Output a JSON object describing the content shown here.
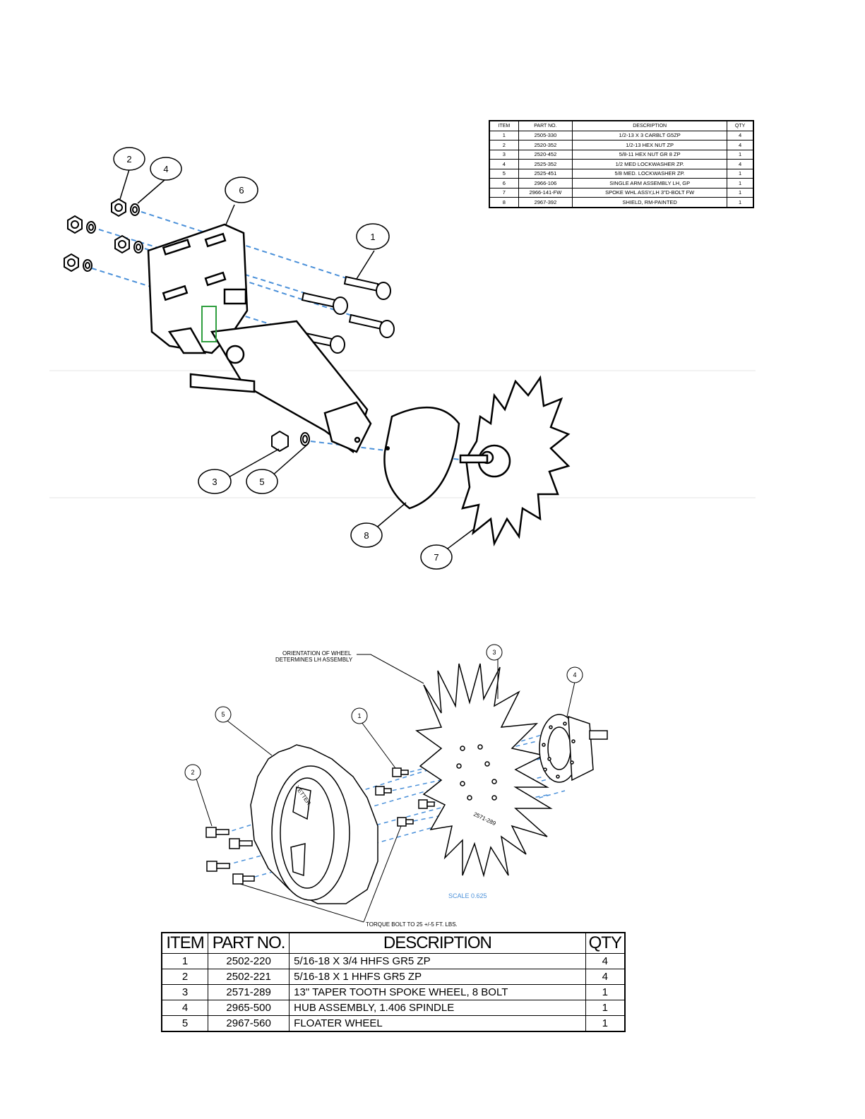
{
  "top_table": {
    "headers": [
      "ITEM",
      "PART NO.",
      "DESCRIPTION",
      "QTY"
    ],
    "rows": [
      {
        "item": "1",
        "part": "2505-330",
        "desc": "1/2-13 X 3 CARBLT G5ZP",
        "qty": "4"
      },
      {
        "item": "2",
        "part": "2520-352",
        "desc": "1/2-13 HEX NUT ZP",
        "qty": "4"
      },
      {
        "item": "3",
        "part": "2520-452",
        "desc": "5/8-11 HEX NUT GR 8 ZP",
        "qty": "1"
      },
      {
        "item": "4",
        "part": "2525-352",
        "desc": "1/2 MED LOCKWASHER ZP.",
        "qty": "4"
      },
      {
        "item": "5",
        "part": "2525-451",
        "desc": "5/8 MED. LOCKWASHER ZP.",
        "qty": "1"
      },
      {
        "item": "6",
        "part": "2966-106",
        "desc": "SINGLE ARM ASSEMBLY LH, GP",
        "qty": "1"
      },
      {
        "item": "7",
        "part": "2966-141-FW",
        "desc": "SPOKE WHL ASSY,LH 3\"D-BOLT FW",
        "qty": "1"
      },
      {
        "item": "8",
        "part": "2967-392",
        "desc": "SHIELD, RM-PAINTED",
        "qty": "1"
      }
    ]
  },
  "top_callouts": [
    "1",
    "2",
    "3",
    "4",
    "5",
    "6",
    "7",
    "8"
  ],
  "bottom_diagram": {
    "orientation_note_line1": "ORIENTATION OF WHEEL",
    "orientation_note_line2": "DETERMINES LH ASSEMBLY",
    "scale_note": "SCALE 0.625",
    "torque_note": "TORQUE BOLT TO 25 +/-5 FT. LBS.",
    "callouts": [
      "1",
      "2",
      "3",
      "4",
      "5"
    ],
    "wheel_stamp": "2571-289",
    "rim_stamp": "YETTER"
  },
  "bottom_table": {
    "headers": [
      "ITEM",
      "PART NO.",
      "DESCRIPTION",
      "QTY"
    ],
    "rows": [
      {
        "item": "1",
        "part": "2502-220",
        "desc": "5/16-18 X 3/4 HHFS GR5 ZP",
        "qty": "4"
      },
      {
        "item": "2",
        "part": "2502-221",
        "desc": "5/16-18 X 1 HHFS GR5 ZP",
        "qty": "4"
      },
      {
        "item": "3",
        "part": "2571-289",
        "desc": "13\" TAPER TOOTH SPOKE WHEEL, 8 BOLT",
        "qty": "1"
      },
      {
        "item": "4",
        "part": "2965-500",
        "desc": "HUB ASSEMBLY, 1.406 SPINDLE",
        "qty": "1"
      },
      {
        "item": "5",
        "part": "2967-560",
        "desc": "FLOATER WHEEL",
        "qty": "1"
      }
    ]
  },
  "colors": {
    "leader_dash": "#4a90d9",
    "scale_text": "#4a90d9",
    "bracket_green": "#2e9e3e",
    "ink": "#000000"
  }
}
